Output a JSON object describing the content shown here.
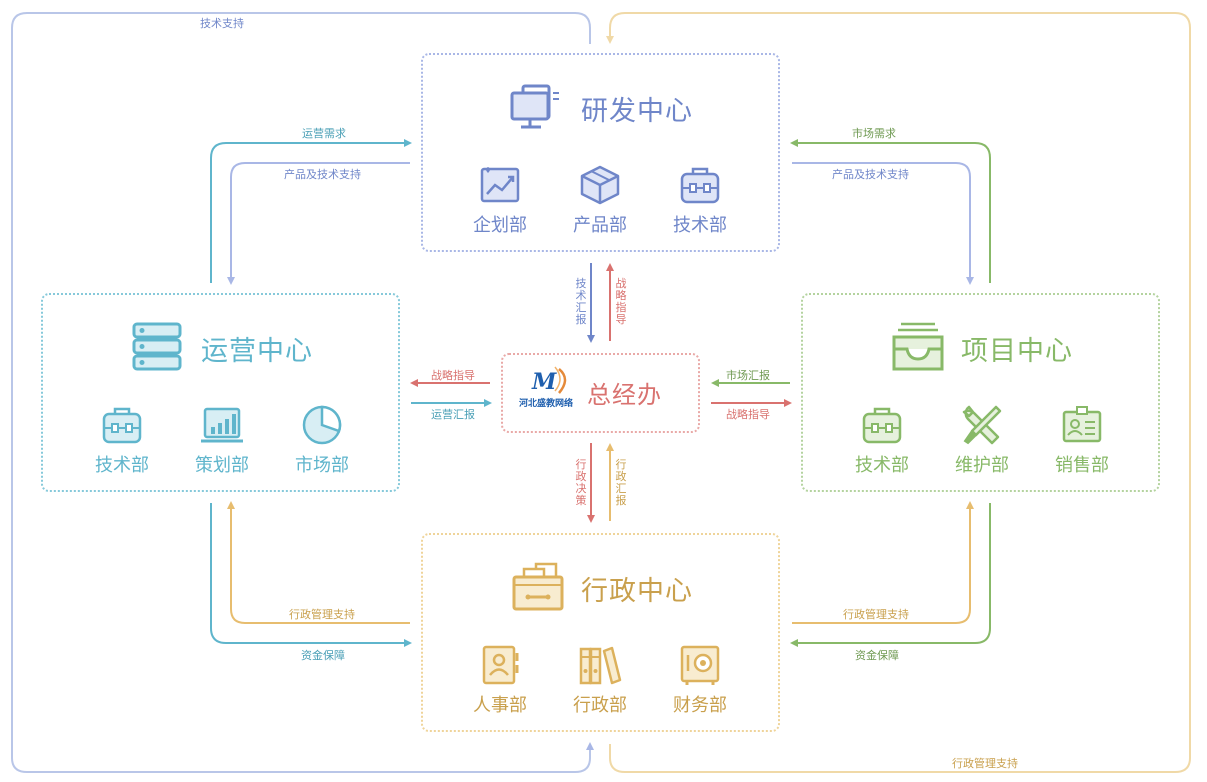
{
  "colors": {
    "rd": "#6f86c9",
    "ops": "#5fb5cc",
    "proj": "#88b968",
    "admin": "#dcb15c",
    "hq": "#d9726f",
    "gray_text": "#666666"
  },
  "centers": {
    "rd": {
      "title": "研发中心",
      "depts": [
        "企划部",
        "产品部",
        "技术部"
      ],
      "icons": [
        "planning-chart-icon",
        "product-box-icon",
        "tech-toolbox-icon"
      ]
    },
    "ops": {
      "title": "运营中心",
      "depts": [
        "技术部",
        "策划部",
        "市场部"
      ],
      "icons": [
        "tech-toolbox-icon",
        "bar-chart-icon",
        "pie-chart-icon"
      ]
    },
    "proj": {
      "title": "项目中心",
      "depts": [
        "技术部",
        "维护部",
        "销售部"
      ],
      "icons": [
        "tech-toolbox-icon",
        "wrench-screwdriver-icon",
        "id-card-icon"
      ]
    },
    "admin": {
      "title": "行政中心",
      "depts": [
        "人事部",
        "行政部",
        "财务部"
      ],
      "icons": [
        "personnel-file-icon",
        "binders-icon",
        "safe-icon"
      ]
    },
    "hq": {
      "title": "总经办",
      "logo_text": "河北盛教网络",
      "logo_icon": "company-logo-icon"
    }
  },
  "links": {
    "top_left_outer": "技术支持",
    "bottom_right_outer": "行政管理支持",
    "ops_to_rd_demand": "运营需求",
    "rd_to_ops_support": "产品及技术支持",
    "proj_to_rd_demand": "市场需求",
    "rd_to_proj_support": "产品及技术支持",
    "rd_to_hq": "技术汇报",
    "hq_to_rd": "战略指导",
    "hq_to_ops": "战略指导",
    "ops_to_hq": "运营汇报",
    "proj_to_hq": "市场汇报",
    "hq_to_proj": "战略指导",
    "hq_to_admin": "行政决策",
    "admin_to_hq": "行政汇报",
    "admin_to_ops": "行政管理支持",
    "ops_to_admin": "资金保障",
    "admin_to_proj": "行政管理支持",
    "proj_to_admin": "资金保障"
  }
}
